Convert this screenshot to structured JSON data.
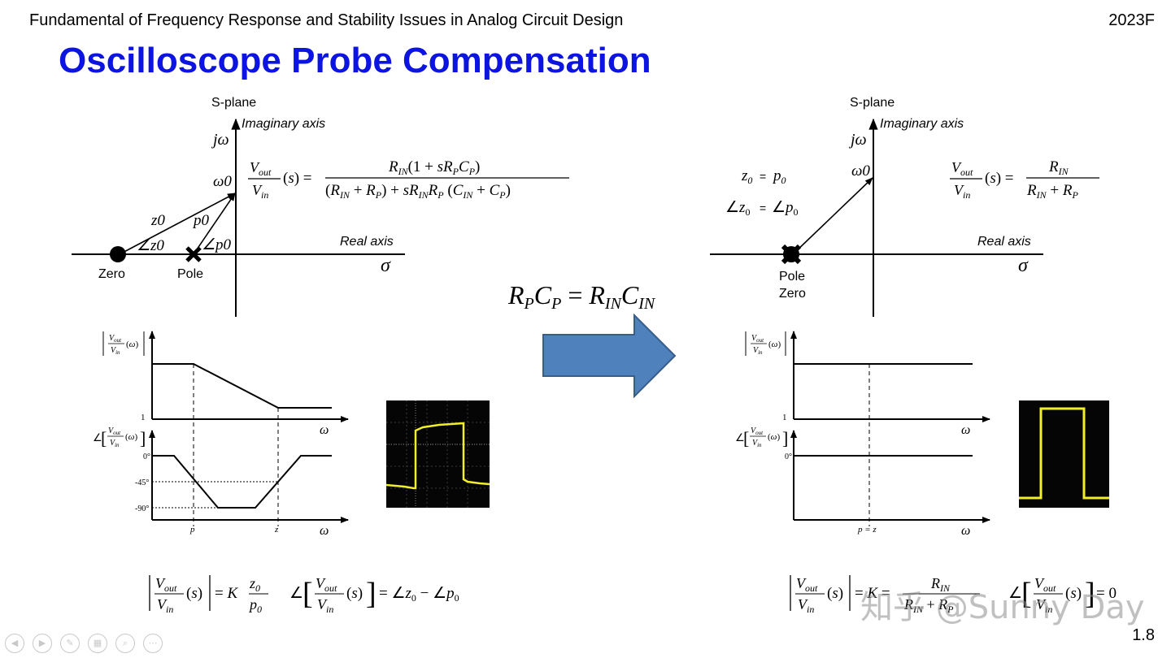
{
  "header": {
    "course": "Fundamental of Frequency Response and Stability Issues in Analog Circuit Design",
    "year": "2023F"
  },
  "title": "Oscilloscope Probe Compensation",
  "slide_number": "1.8",
  "watermark": "知乎 @Sunny Day",
  "condition": "RPCP = RINCIN",
  "left": {
    "splane_label": "S-plane",
    "imag_axis": "Imaginary axis",
    "real_axis": "Real axis",
    "jw": "jω",
    "sigma": "σ",
    "omega0": "ω0",
    "zero_label": "Zero",
    "pole_label": "Pole",
    "z0": "z0",
    "p0": "p0",
    "angle_z0": "∠z0",
    "angle_p0": "∠p0",
    "transfer": "Vout/Vin (s) = RIN(1+sRPCP) / ((RIN+RP)+sRINRP(CIN+CP))",
    "mag_label": "|Vout/Vin (ω)|",
    "mag_tick": "1",
    "phase_label": "∠[Vout/Vin (ω)]",
    "phase_ticks": [
      "0°",
      "-45°",
      "-90°"
    ],
    "x_ticks": [
      "p",
      "z"
    ],
    "omega": "ω",
    "bottom_eq_mag": "|Vout/Vin (s)| = K z0/p0",
    "bottom_eq_phase": "∠[Vout/Vin (s)] = ∠z0 − ∠p0"
  },
  "right": {
    "splane_label": "S-plane",
    "imag_axis": "Imaginary axis",
    "real_axis": "Real axis",
    "jw": "jω",
    "sigma": "σ",
    "omega0": "ω0",
    "pole_label": "Pole",
    "zero_label": "Zero",
    "eq1": "z0 = p0",
    "eq2": "∠z0 = ∠p0",
    "transfer": "Vout/Vin (s) = RIN / (RIN+RP)",
    "mag_label": "|Vout/Vin (ω)|",
    "mag_tick": "1",
    "phase_label": "∠[Vout/Vin (ω)]",
    "phase_tick": "0°",
    "x_tick": "p = z",
    "omega": "ω",
    "bottom_eq_mag": "|Vout/Vin (s)| = K = RIN/(RIN+RP)",
    "bottom_eq_phase": "∠[Vout/Vin (s)] = 0"
  },
  "colors": {
    "title": "#0b14e0",
    "arrow_fill": "#4f81bd",
    "arrow_stroke": "#385d8a",
    "scope_trace": "#f2ef2a"
  },
  "icons": [
    "nav-back-icon",
    "nav-forward-icon",
    "pen-icon",
    "slides-icon",
    "zoom-icon",
    "more-icon"
  ]
}
